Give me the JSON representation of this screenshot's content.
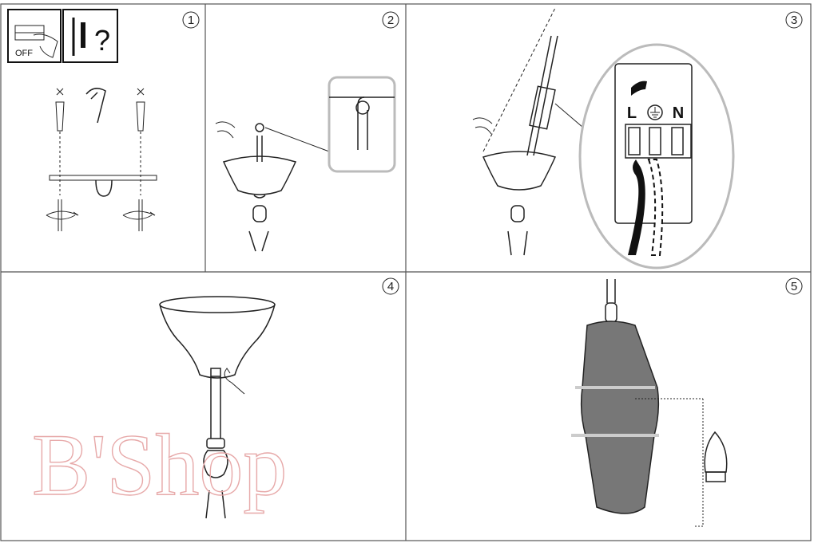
{
  "steps": [
    {
      "number": "1"
    },
    {
      "number": "2"
    },
    {
      "number": "3"
    },
    {
      "number": "4"
    },
    {
      "number": "5"
    }
  ],
  "step1": {
    "switch_label": "OFF",
    "question_mark": "?"
  },
  "step3": {
    "live_label": "L",
    "neutral_label": "N",
    "earth_icon": "earth-ground-icon"
  },
  "watermark": {
    "text": "B'Shop",
    "color": "#e7a9a9"
  }
}
